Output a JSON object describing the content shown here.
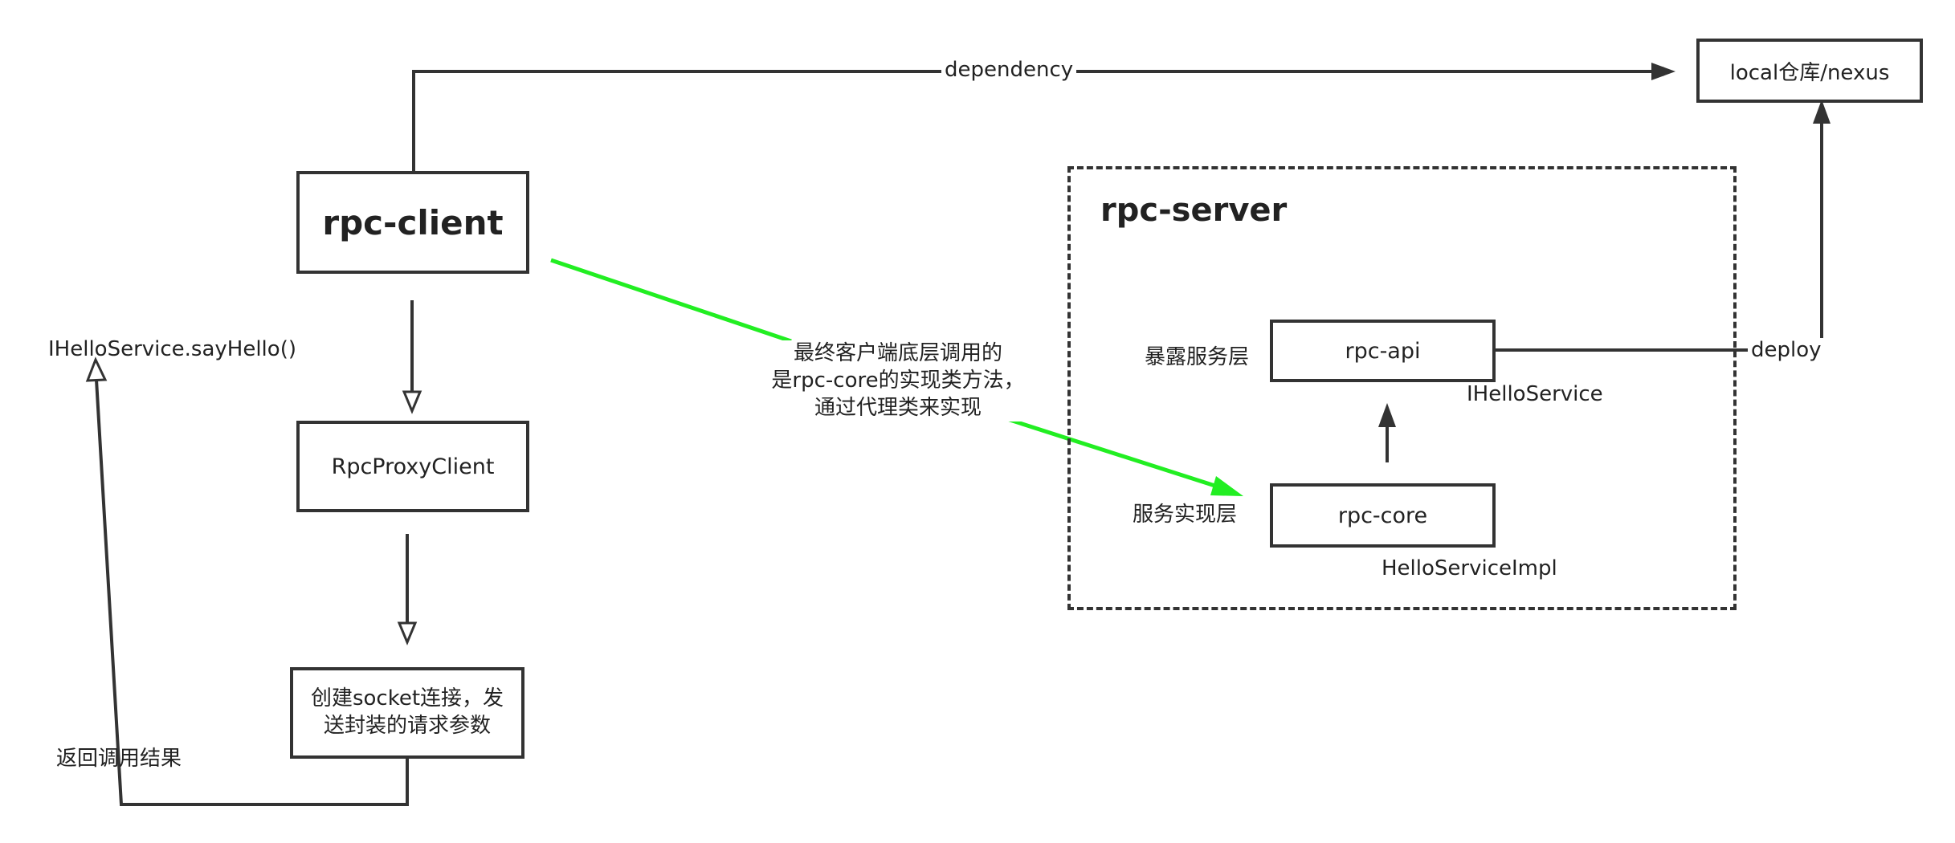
{
  "nodes": {
    "rpc_client": "rpc-client",
    "rpc_proxy_client": "RpcProxyClient",
    "socket_box_line1": "创建socket连接，发",
    "socket_box_line2": "送封装的请求参数",
    "local_repo": "local仓库/nexus",
    "rpc_server_title": "rpc-server",
    "rpc_api": "rpc-api",
    "rpc_core": "rpc-core"
  },
  "labels": {
    "dependency": "dependency",
    "deploy": "deploy",
    "expose_layer": "暴露服务层",
    "impl_layer": "服务实现层",
    "ihello_service": "IHelloService",
    "hello_service_impl": "HelloServiceImpl",
    "say_hello": "IHelloService.sayHello()",
    "return_result": "返回调用结果",
    "note_line1": "最终客户端底层调用的",
    "note_line2": "是rpc-core的实现类方法，",
    "note_line3": "通过代理类来实现"
  },
  "colors": {
    "line": "#333333",
    "highlight_arrow": "#22ee22",
    "background": "#ffffff"
  }
}
